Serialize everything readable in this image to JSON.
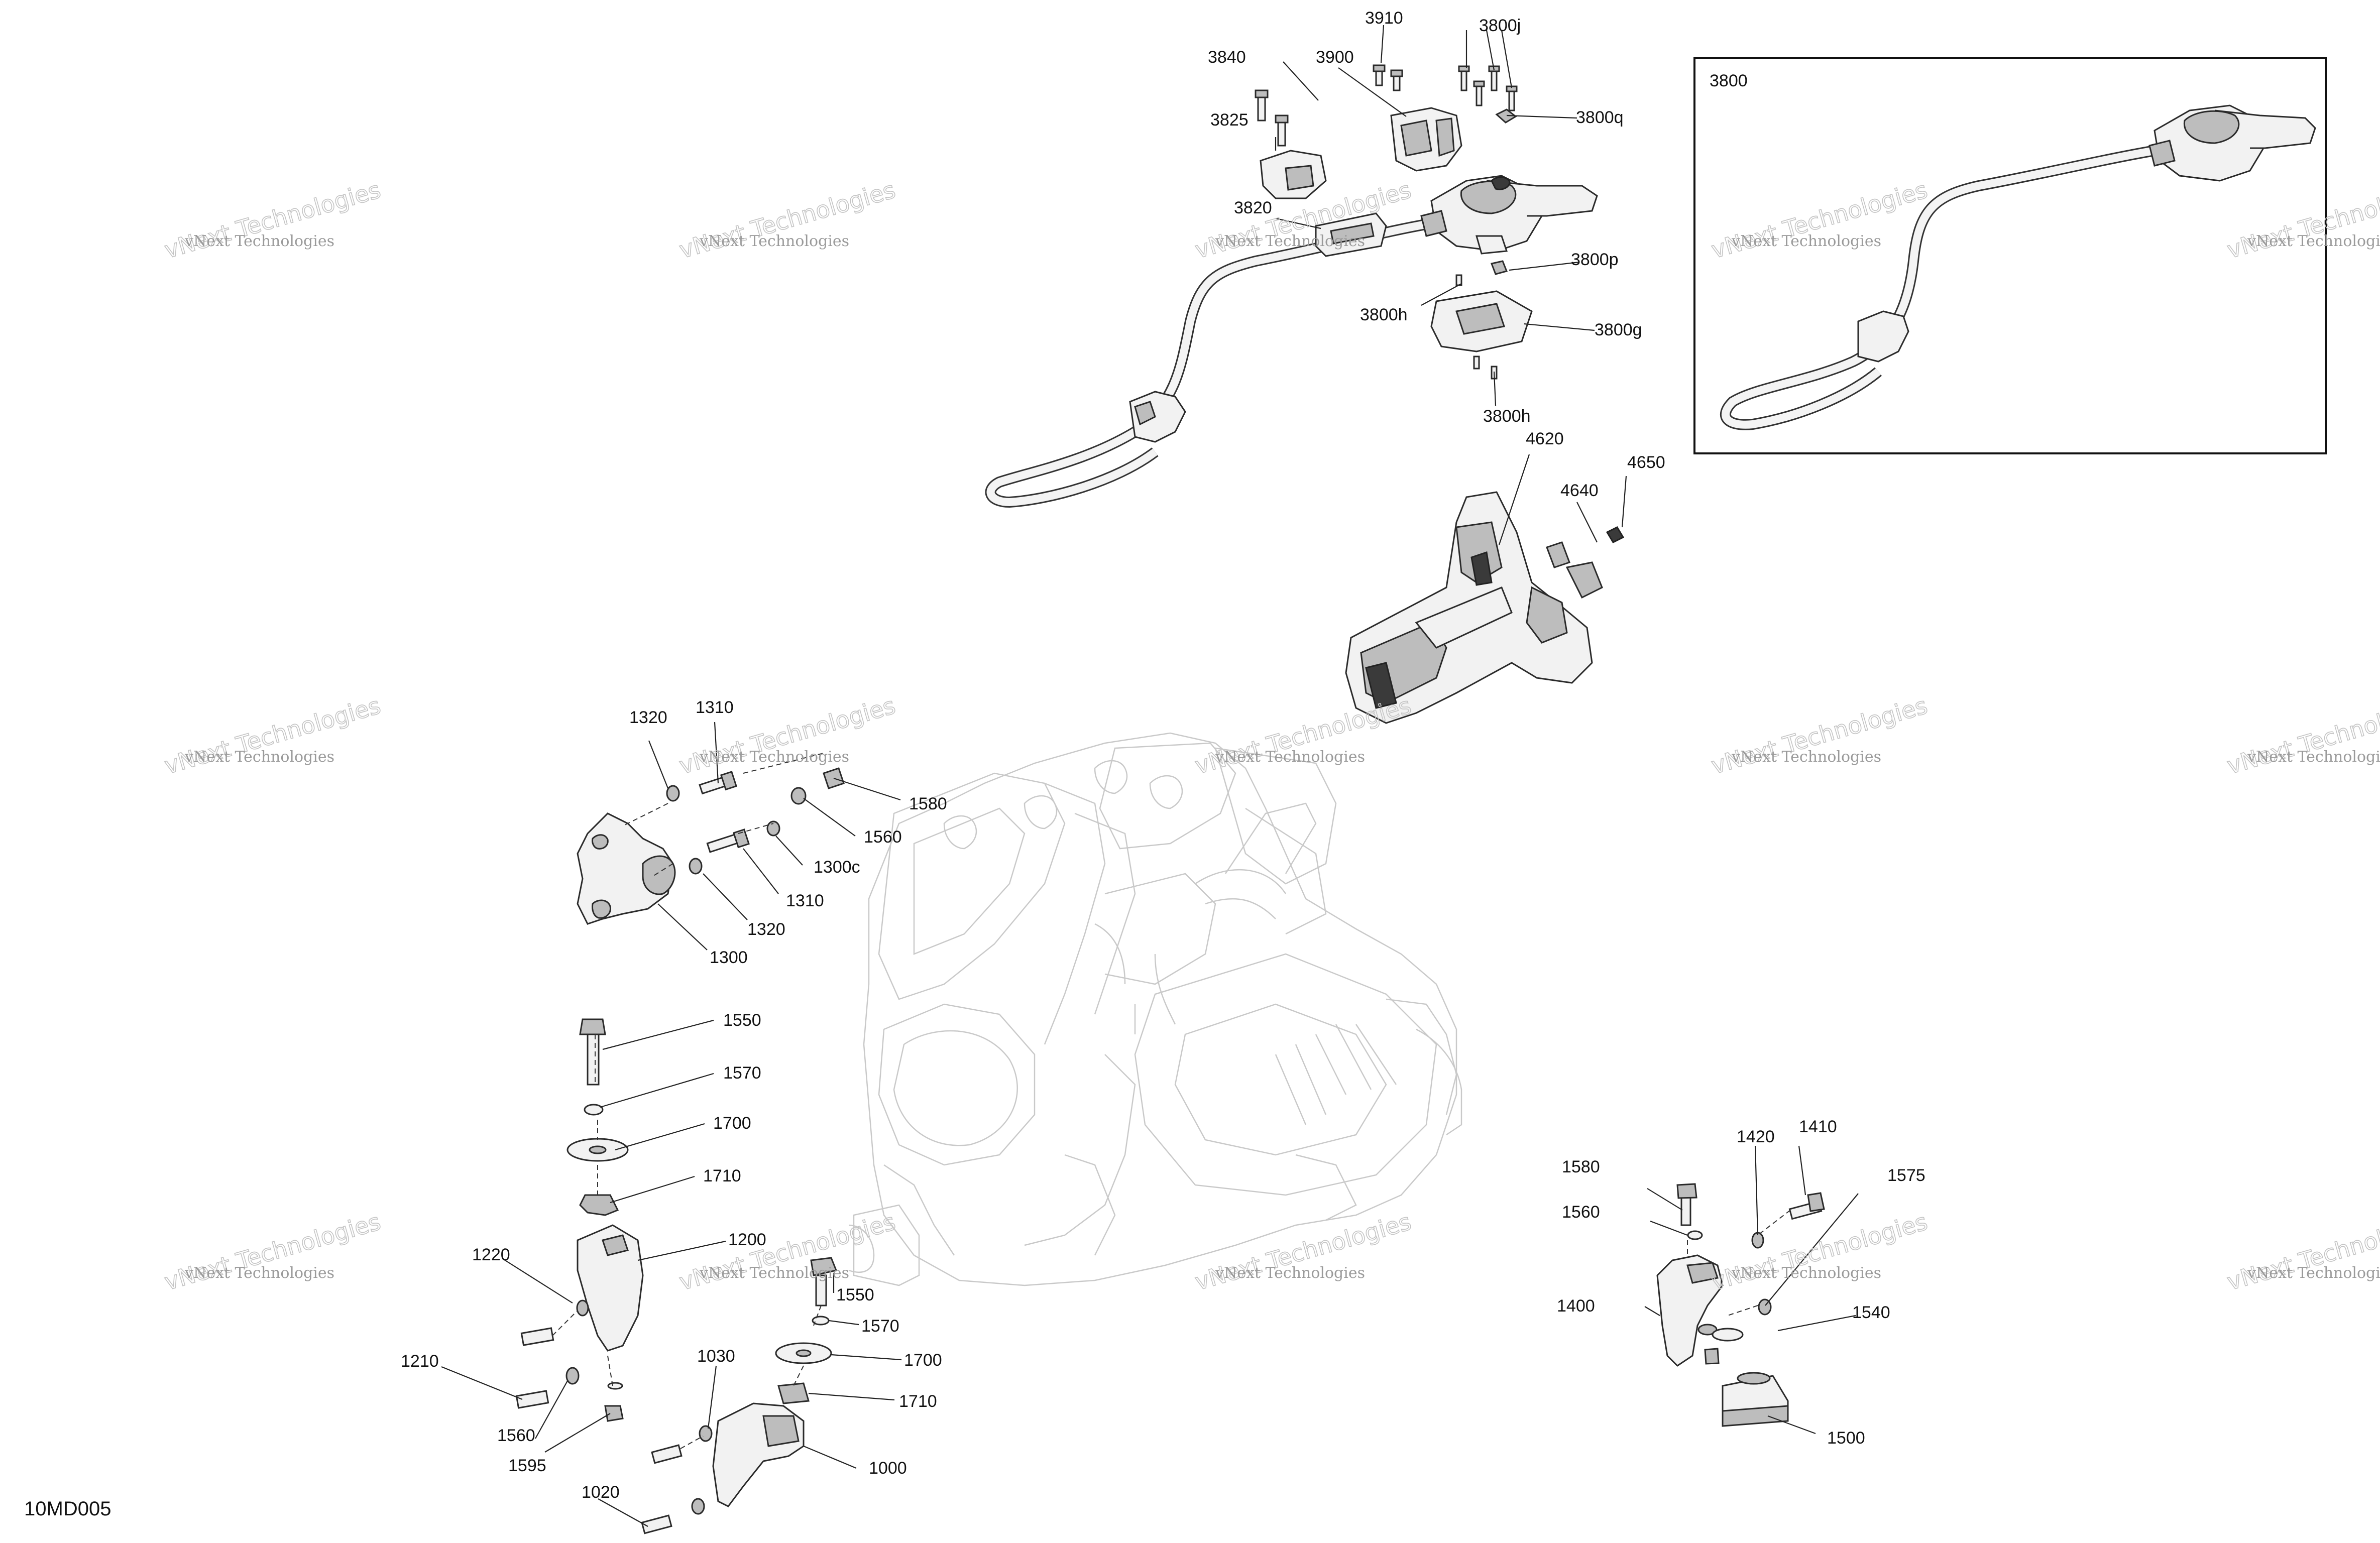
{
  "diagram_code": "10MD005",
  "watermark": {
    "line1": "vNext Technologies",
    "line2": "vNext Technologies"
  },
  "inset_title": "3800",
  "labels": {
    "l3910": "3910",
    "l3800j": "3800j",
    "l3840": "3840",
    "l3900": "3900",
    "l3800q": "3800q",
    "l3825": "3825",
    "l3820": "3820",
    "l3800p": "3800p",
    "l3800h_a": "3800h",
    "l3800g": "3800g",
    "l3800h_b": "3800h",
    "l4620": "4620",
    "l4650": "4650",
    "l4640": "4640",
    "l1320_a": "1320",
    "l1310_a": "1310",
    "l1580_a": "1580",
    "l1560_a": "1560",
    "l1300c": "1300c",
    "l1310_b": "1310",
    "l1320_b": "1320",
    "l1300": "1300",
    "l1550_a": "1550",
    "l1570_a": "1570",
    "l1700_a": "1700",
    "l1710_a": "1710",
    "l1220": "1220",
    "l1200": "1200",
    "l1550_b": "1550",
    "l1570_b": "1570",
    "l1210": "1210",
    "l1030": "1030",
    "l1700_b": "1700",
    "l1710_b": "1710",
    "l1560_b": "1560",
    "l1595": "1595",
    "l1000": "1000",
    "l1020": "1020",
    "l1420": "1420",
    "l1410": "1410",
    "l1580_b": "1580",
    "l1575": "1575",
    "l1560_c": "1560",
    "l1400": "1400",
    "l1540": "1540",
    "l1500": "1500"
  }
}
